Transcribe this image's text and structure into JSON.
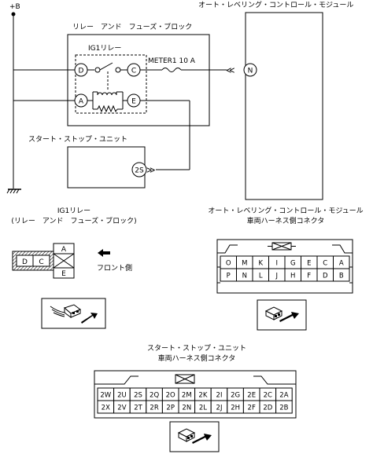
{
  "supply_label": "+B",
  "module_title": "オート・レベリング・コントロール・モジュール",
  "relay_box_title": "リレー　アンド　フューズ・ブロック",
  "relay_label": "IG1リレー",
  "fuse_label": "METER1 10 A",
  "terminals": {
    "D": "D",
    "C": "C",
    "A": "A",
    "E": "E",
    "N": "N",
    "S2": "2S"
  },
  "start_unit_title": "スタート・ストップ・ユニット",
  "relay_connector_title_1": "IG1リレー",
  "relay_connector_title_2": "(リレー　アンド　フューズ・ブロック)",
  "relay_connector_pins": {
    "D": "D",
    "C": "C",
    "A": "A",
    "E": "E"
  },
  "front_label": "フロント側",
  "module_connector_title_1": "オート・レベリング・コントロール・モジュール",
  "module_connector_title_2": "車両ハーネス側コネクタ",
  "module_pins_top": [
    "O",
    "M",
    "K",
    "I",
    "G",
    "E",
    "C",
    "A"
  ],
  "module_pins_bottom": [
    "P",
    "N",
    "L",
    "J",
    "H",
    "F",
    "D",
    "B"
  ],
  "start_connector_title_1": "スタート・ストップ・ユニット",
  "start_connector_title_2": "車両ハーネス側コネクタ",
  "start_pins_top": [
    "2W",
    "2U",
    "2S",
    "2Q",
    "2O",
    "2M",
    "2K",
    "2I",
    "2G",
    "2E",
    "2C",
    "2A"
  ],
  "start_pins_bottom": [
    "2X",
    "2V",
    "2T",
    "2R",
    "2P",
    "2N",
    "2L",
    "2J",
    "2H",
    "2F",
    "2D",
    "2B"
  ]
}
